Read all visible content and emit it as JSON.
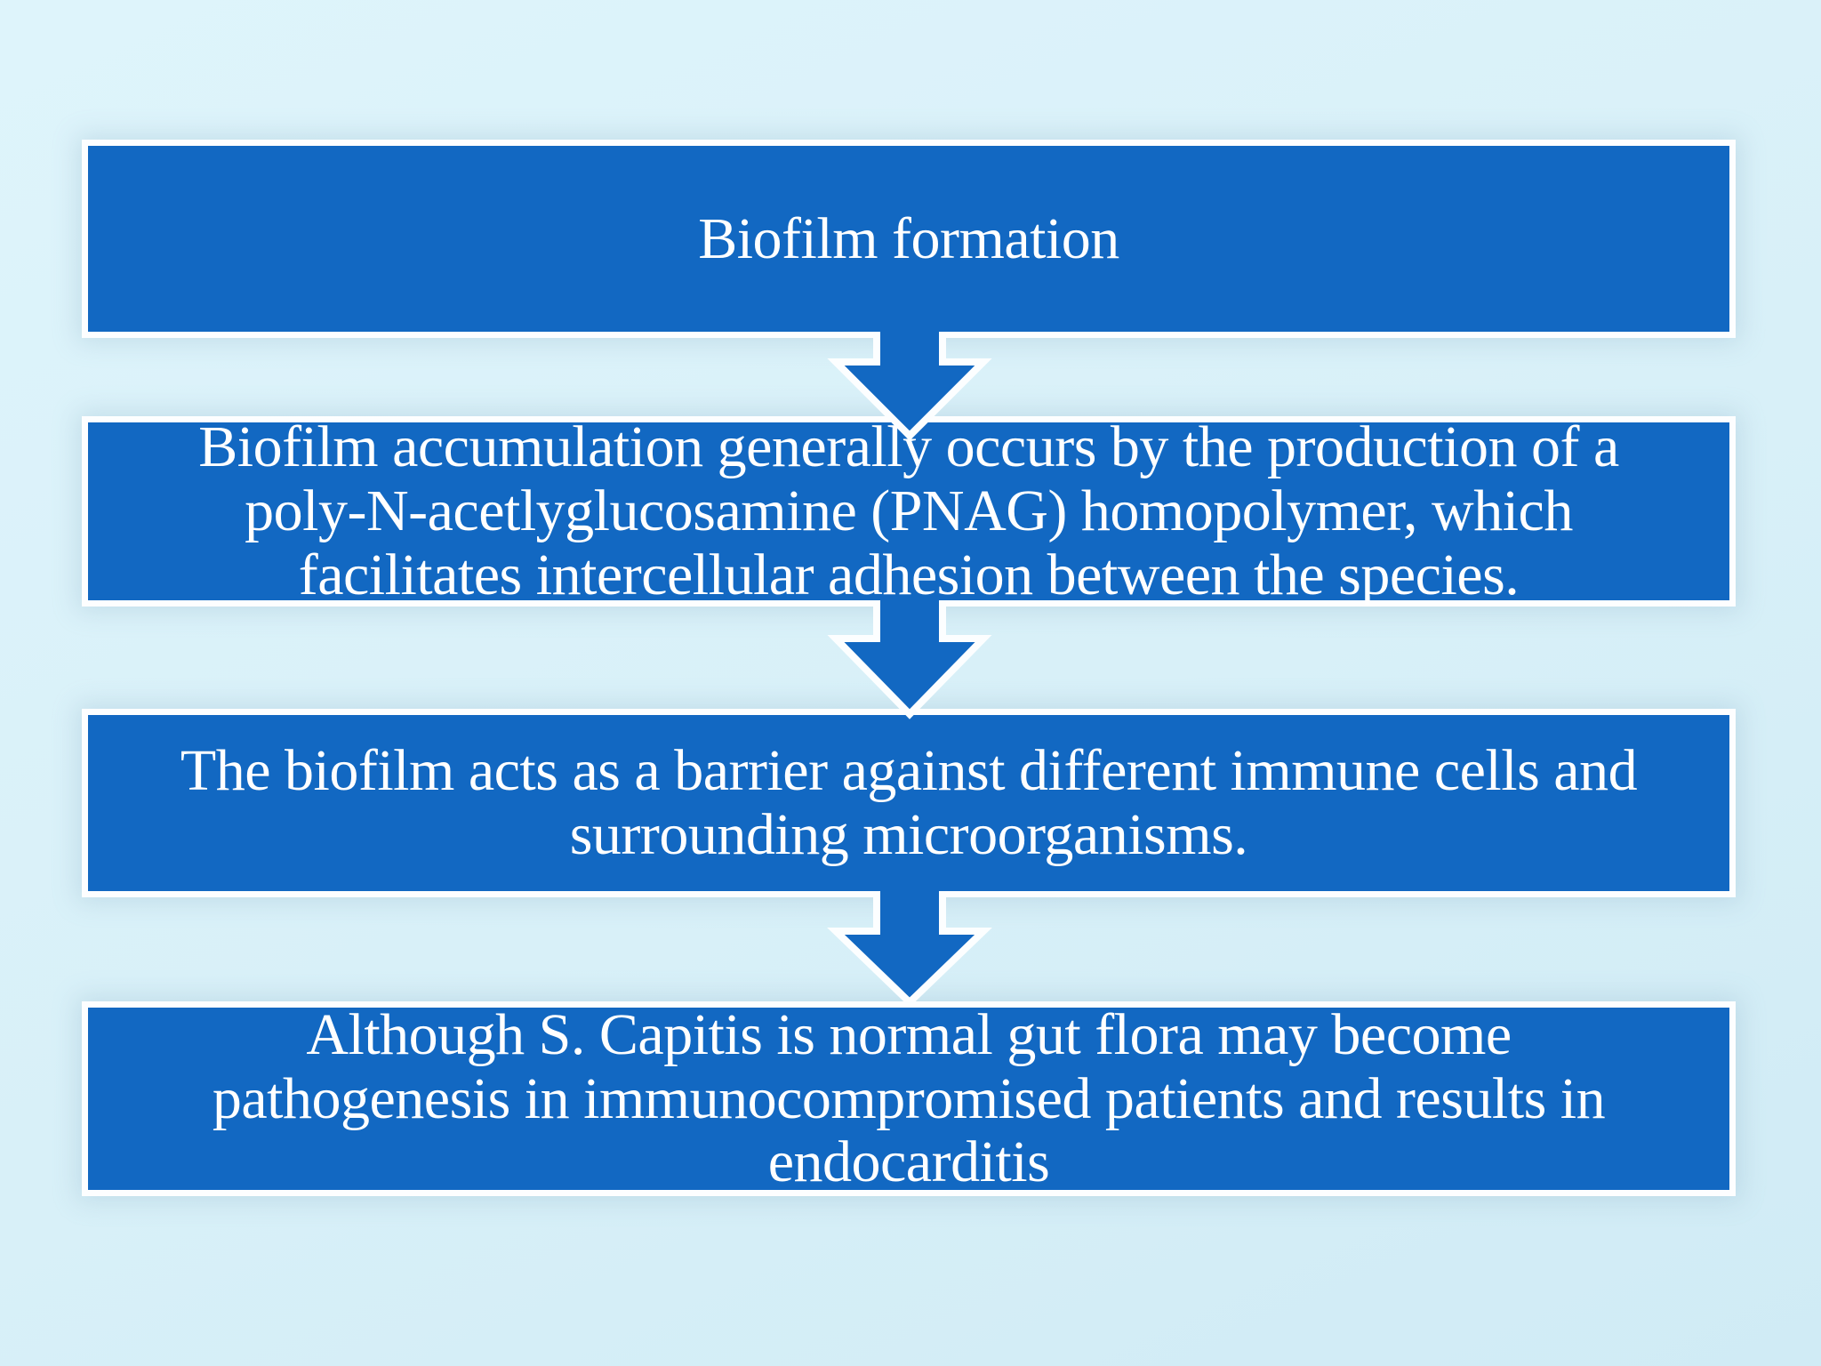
{
  "diagram": {
    "type": "flowchart",
    "direction": "top-down",
    "step_count": 4
  },
  "boxes": [
    {
      "text": "Biofilm formation"
    },
    {
      "text": "Biofilm accumulation generally occurs by the production of a\npoly-N-acetlyglucosamine (PNAG) homopolymer, which\nfacilitates intercellular adhesion between the species."
    },
    {
      "text": "The biofilm acts as a barrier against different immune cells and\nsurrounding microorganisms."
    },
    {
      "text": "Although S. Capitis is normal gut flora may become\npathogenesis in immunocompromised patients and results in\nendocarditis"
    }
  ],
  "colors": {
    "background": "#d8f0f8",
    "box_fill": "#1268c2",
    "box_outline": "#fdfeff",
    "arrow_fill": "#1268c2",
    "arrow_outline": "#fcfeff",
    "text": "#ffffff"
  }
}
